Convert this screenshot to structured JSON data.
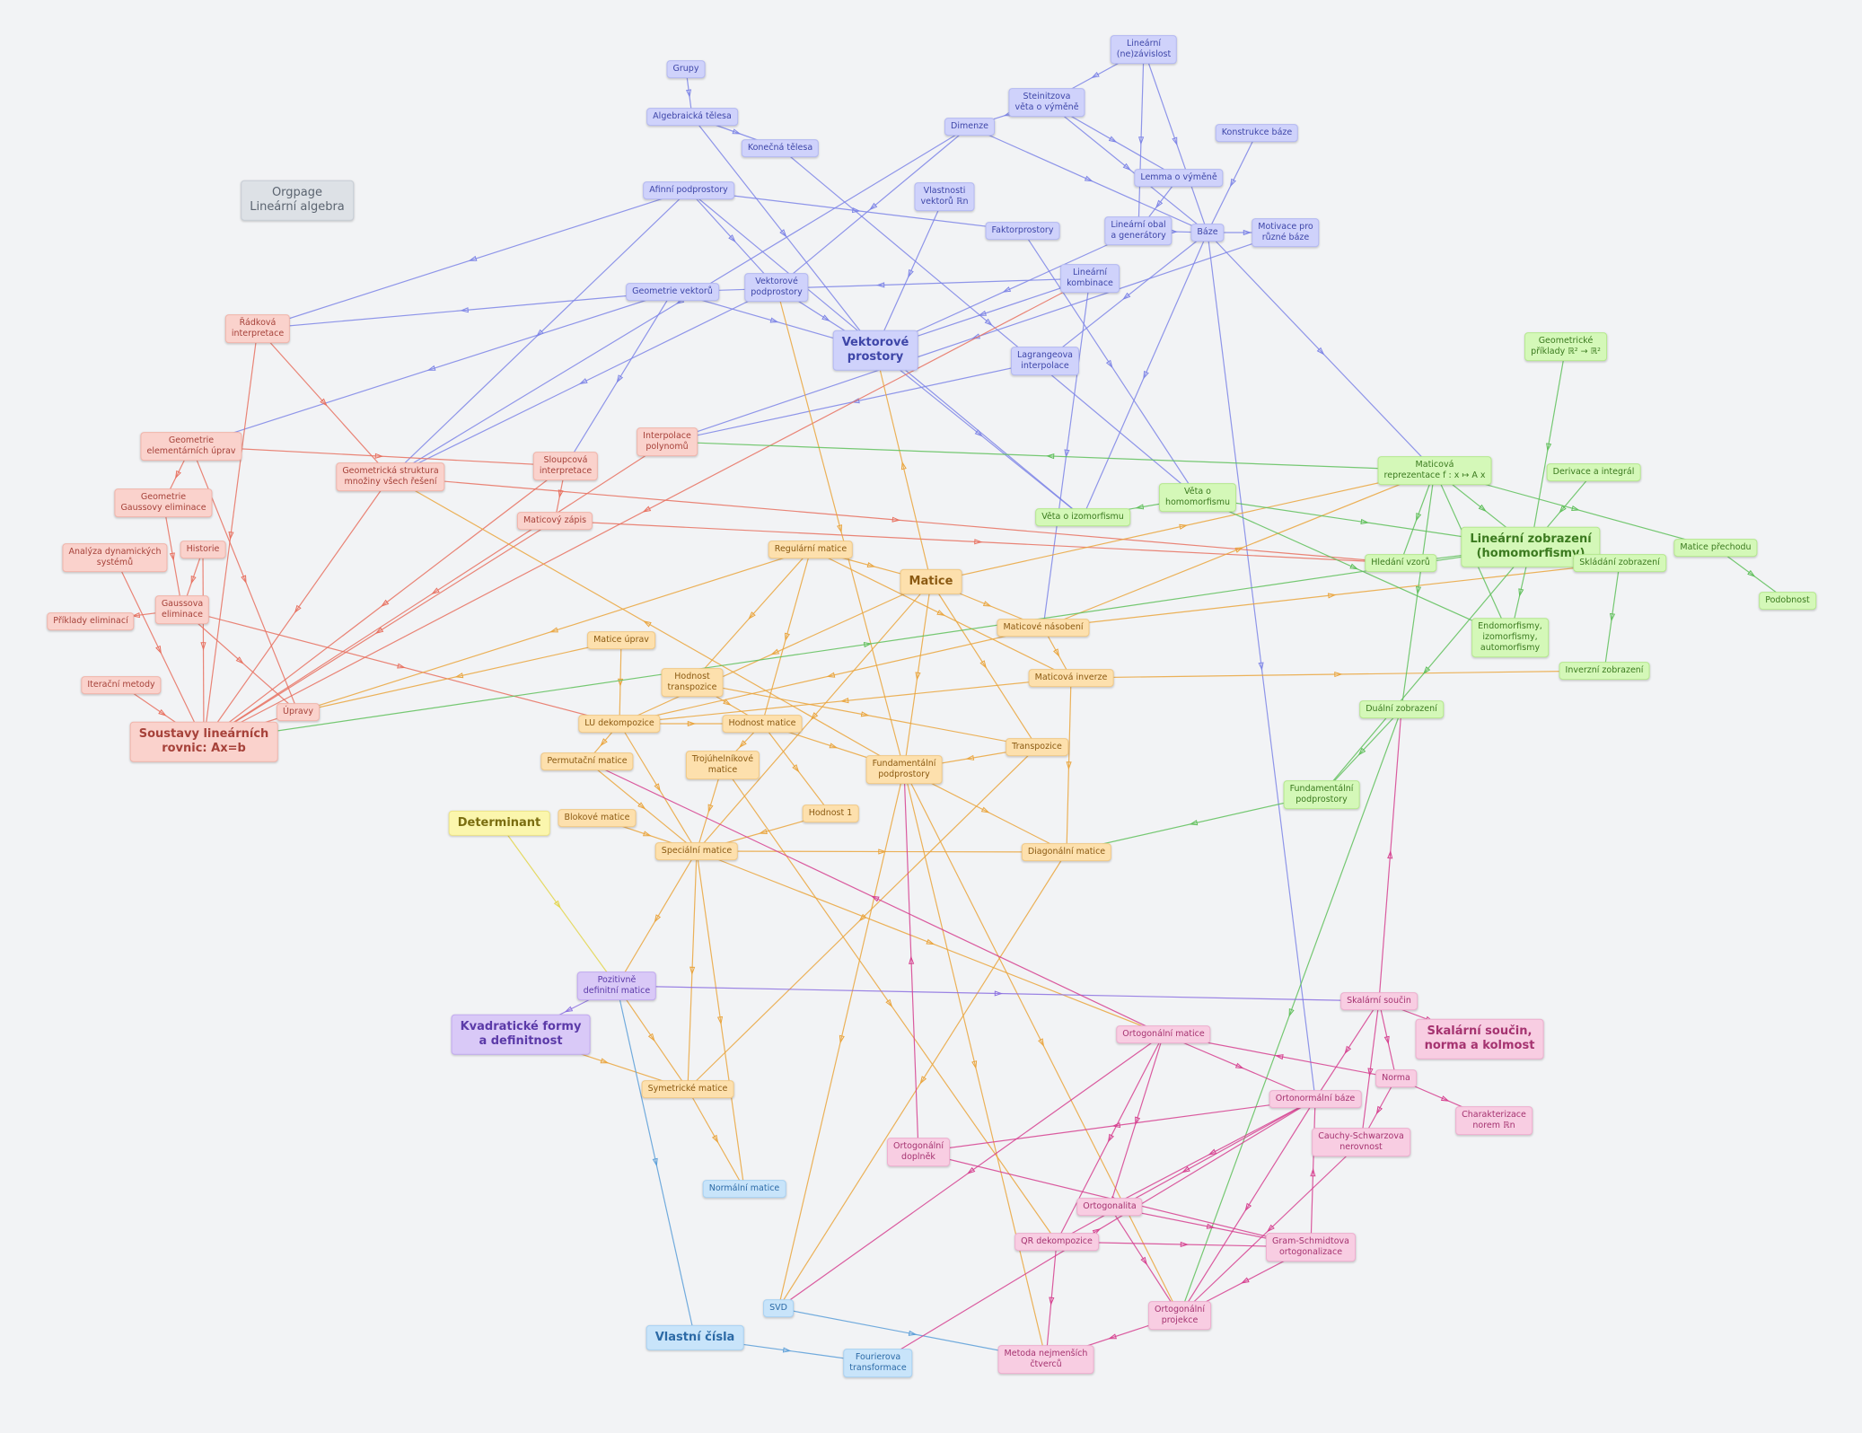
{
  "colors": {
    "blue": "#7d84e6",
    "red": "#e8705f",
    "orange": "#eaa43c",
    "green": "#5fbf5a",
    "pink": "#d6408f",
    "purple": "#8b6fe0",
    "lblue": "#5a9ed8",
    "yellow": "#e3d54a"
  },
  "nodes": [
    {
      "id": "orgpage",
      "label": "Orgpage\nLineární algebra",
      "color": "gray",
      "kind": "title"
    },
    {
      "id": "grupy",
      "label": "Grupy",
      "color": "blue"
    },
    {
      "id": "algtelesa",
      "label": "Algebraická tělesa",
      "color": "blue"
    },
    {
      "id": "konectelesa",
      "label": "Konečná tělesa",
      "color": "blue"
    },
    {
      "id": "linnez",
      "label": "Lineární\n(ne)závislost",
      "color": "blue"
    },
    {
      "id": "steinitz",
      "label": "Steinitzova\nvěta o výměně",
      "color": "blue"
    },
    {
      "id": "dimenze",
      "label": "Dimenze",
      "color": "blue"
    },
    {
      "id": "konstrbaze",
      "label": "Konstrukce báze",
      "color": "blue"
    },
    {
      "id": "lemma",
      "label": "Lemma o výměně",
      "color": "blue"
    },
    {
      "id": "afinni",
      "label": "Afinní podprostory",
      "color": "blue"
    },
    {
      "id": "vlastnosti",
      "label": "Vlastnosti\nvektorů ℝn",
      "color": "blue"
    },
    {
      "id": "faktor",
      "label": "Faktorprostory",
      "color": "blue"
    },
    {
      "id": "linobal",
      "label": "Lineární obal\na generátory",
      "color": "blue"
    },
    {
      "id": "baze",
      "label": "Báze",
      "color": "blue"
    },
    {
      "id": "motivace",
      "label": "Motivace pro\nrůzné báze",
      "color": "blue"
    },
    {
      "id": "linkomb",
      "label": "Lineární\nkombinace",
      "color": "blue"
    },
    {
      "id": "geomvekt",
      "label": "Geometrie vektorů",
      "color": "blue"
    },
    {
      "id": "vektpodpr",
      "label": "Vektorové\npodprostory",
      "color": "blue"
    },
    {
      "id": "vektprostory",
      "label": "Vektorové\nprostory",
      "color": "blue",
      "kind": "big"
    },
    {
      "id": "lagrange",
      "label": "Lagrangeova\ninterpolace",
      "color": "blue"
    },
    {
      "id": "radkova",
      "label": "Řádková\ninterpretace",
      "color": "red"
    },
    {
      "id": "geomelem",
      "label": "Geometrie\nelementárních úprav",
      "color": "red"
    },
    {
      "id": "geomgauss",
      "label": "Geometrie\nGaussovy eliminace",
      "color": "red"
    },
    {
      "id": "geomstrukt",
      "label": "Geometrická struktura\nmnožiny všech řešení",
      "color": "red"
    },
    {
      "id": "sloupcova",
      "label": "Sloupcová\ninterpretace",
      "color": "red"
    },
    {
      "id": "interpol",
      "label": "Interpolace\npolynomů",
      "color": "red"
    },
    {
      "id": "maticovyzapis",
      "label": "Maticový zápis",
      "color": "red"
    },
    {
      "id": "analyza",
      "label": "Analýza dynamických\nsystémů",
      "color": "red"
    },
    {
      "id": "historie",
      "label": "Historie",
      "color": "red"
    },
    {
      "id": "gaussova",
      "label": "Gaussova\neliminace",
      "color": "red"
    },
    {
      "id": "priklady",
      "label": "Příklady eliminací",
      "color": "red"
    },
    {
      "id": "iteracni",
      "label": "Iterační metody",
      "color": "red"
    },
    {
      "id": "upravy",
      "label": "Úpravy",
      "color": "red"
    },
    {
      "id": "soustavy",
      "label": "Soustavy lineárních\nrovnic: Ax=b",
      "color": "red",
      "kind": "big"
    },
    {
      "id": "regularni",
      "label": "Regulární matice",
      "color": "orange"
    },
    {
      "id": "matice",
      "label": "Matice",
      "color": "orange",
      "kind": "big"
    },
    {
      "id": "maticoveupr",
      "label": "Matice úprav",
      "color": "orange"
    },
    {
      "id": "matnasob",
      "label": "Maticové násobení",
      "color": "orange"
    },
    {
      "id": "hodnosttransp",
      "label": "Hodnost\ntranspozice",
      "color": "orange"
    },
    {
      "id": "matinverze",
      "label": "Maticová inverze",
      "color": "orange"
    },
    {
      "id": "lu",
      "label": "LU dekompozice",
      "color": "orange"
    },
    {
      "id": "hodnost",
      "label": "Hodnost matice",
      "color": "orange"
    },
    {
      "id": "transpozice",
      "label": "Transpozice",
      "color": "orange"
    },
    {
      "id": "permutacni",
      "label": "Permutační matice",
      "color": "orange"
    },
    {
      "id": "trojuhelnik",
      "label": "Trojúhelníkové\nmatice",
      "color": "orange"
    },
    {
      "id": "fundpodpr",
      "label": "Fundamentální\npodprostory",
      "color": "orange"
    },
    {
      "id": "hodnost1",
      "label": "Hodnost 1",
      "color": "orange"
    },
    {
      "id": "blokove",
      "label": "Blokové matice",
      "color": "orange"
    },
    {
      "id": "specialni",
      "label": "Speciální matice",
      "color": "orange"
    },
    {
      "id": "diagonalni",
      "label": "Diagonální matice",
      "color": "orange"
    },
    {
      "id": "symetricke",
      "label": "Symetrické matice",
      "color": "orange"
    },
    {
      "id": "geomprikl",
      "label": "Geometrické\npříklady ℝ² → ℝ²",
      "color": "green"
    },
    {
      "id": "derivace",
      "label": "Derivace a integrál",
      "color": "green"
    },
    {
      "id": "matreprez",
      "label": "Maticová\nreprezentace f : x ↦ A x",
      "color": "green"
    },
    {
      "id": "vetahomo",
      "label": "Věta o\nhomomorfismu",
      "color": "green"
    },
    {
      "id": "vetaizo",
      "label": "Věta o izomorfismu",
      "color": "green"
    },
    {
      "id": "hledani",
      "label": "Hledání vzorů",
      "color": "green"
    },
    {
      "id": "linzobr",
      "label": "Lineární zobrazení\n(homomorfismy)",
      "color": "green",
      "kind": "big"
    },
    {
      "id": "skladani",
      "label": "Skládání zobrazení",
      "color": "green"
    },
    {
      "id": "maticeprechodu",
      "label": "Matice přechodu",
      "color": "green"
    },
    {
      "id": "podobnost",
      "label": "Podobnost",
      "color": "green"
    },
    {
      "id": "endo",
      "label": "Endomorfismy,\nizomorfismy,\nautomorfismy",
      "color": "green"
    },
    {
      "id": "inverzni",
      "label": "Inverzní zobrazení",
      "color": "green"
    },
    {
      "id": "dualni",
      "label": "Duální zobrazení",
      "color": "green"
    },
    {
      "id": "fundpodpr2",
      "label": "Fundamentální\npodprostory",
      "color": "green"
    },
    {
      "id": "determinant",
      "label": "Determinant",
      "color": "yellow",
      "kind": "big"
    },
    {
      "id": "pozdef",
      "label": "Pozitivně\ndefinitní matice",
      "color": "purple"
    },
    {
      "id": "kvadraticke",
      "label": "Kvadratické formy\na definitnost",
      "color": "purple",
      "kind": "big"
    },
    {
      "id": "normalni",
      "label": "Normální matice",
      "color": "lblue"
    },
    {
      "id": "svd",
      "label": "SVD",
      "color": "lblue"
    },
    {
      "id": "vlastnicisla",
      "label": "Vlastní čísla",
      "color": "lblue",
      "kind": "big"
    },
    {
      "id": "fourier",
      "label": "Fourierova\ntransformace",
      "color": "lblue"
    },
    {
      "id": "skalarni",
      "label": "Skalární součin",
      "color": "pink"
    },
    {
      "id": "skalarnibig",
      "label": "Skalární součin,\nnorma a kolmost",
      "color": "pink",
      "kind": "big"
    },
    {
      "id": "ortogmatice",
      "label": "Ortogonální matice",
      "color": "pink"
    },
    {
      "id": "norma",
      "label": "Norma",
      "color": "pink"
    },
    {
      "id": "ortonorm",
      "label": "Ortonormální báze",
      "color": "pink"
    },
    {
      "id": "charakt",
      "label": "Charakterizace\nnorem ℝn",
      "color": "pink"
    },
    {
      "id": "cauchy",
      "label": "Cauchy-Schwarzova\nnerovnost",
      "color": "pink"
    },
    {
      "id": "ortogdoplnek",
      "label": "Ortogonální\ndoplněk",
      "color": "pink"
    },
    {
      "id": "ortogonalita",
      "label": "Ortogonalita",
      "color": "pink"
    },
    {
      "id": "qr",
      "label": "QR dekompozice",
      "color": "pink"
    },
    {
      "id": "gram",
      "label": "Gram-Schmidtova\nortogonalizace",
      "color": "pink"
    },
    {
      "id": "ortogproj",
      "label": "Ortogonální\nprojekce",
      "color": "pink"
    },
    {
      "id": "nejmensi",
      "label": "Metoda nejmenších\nčtverců",
      "color": "pink"
    }
  ],
  "edges": [
    [
      "grupy",
      "algtelesa",
      "blue"
    ],
    [
      "algtelesa",
      "konectelesa",
      "blue"
    ],
    [
      "algtelesa",
      "vektprostory",
      "blue"
    ],
    [
      "konectelesa",
      "vetahomo",
      "blue"
    ],
    [
      "linnez",
      "steinitz",
      "blue"
    ],
    [
      "linnez",
      "linobal",
      "blue"
    ],
    [
      "linnez",
      "baze",
      "blue"
    ],
    [
      "steinitz",
      "dimenze",
      "blue"
    ],
    [
      "steinitz",
      "baze",
      "blue"
    ],
    [
      "steinitz",
      "lemma",
      "blue"
    ],
    [
      "dimenze",
      "geomstrukt",
      "blue"
    ],
    [
      "dimenze",
      "baze",
      "blue"
    ],
    [
      "dimenze",
      "vektpodpr",
      "blue"
    ],
    [
      "konstrbaze",
      "baze",
      "blue"
    ],
    [
      "lemma",
      "linobal",
      "blue"
    ],
    [
      "afinni",
      "radkova",
      "blue"
    ],
    [
      "afinni",
      "vektpodpr",
      "blue"
    ],
    [
      "afinni",
      "faktor",
      "blue"
    ],
    [
      "afinni",
      "vetaizo",
      "blue"
    ],
    [
      "afinni",
      "geomstrukt",
      "blue"
    ],
    [
      "vlastnosti",
      "vektprostory",
      "blue"
    ],
    [
      "faktor",
      "vetahomo",
      "blue"
    ],
    [
      "linobal",
      "baze",
      "blue"
    ],
    [
      "linobal",
      "vektprostory",
      "blue"
    ],
    [
      "baze",
      "motivace",
      "blue"
    ],
    [
      "baze",
      "matreprez",
      "blue"
    ],
    [
      "baze",
      "ortonorm",
      "blue"
    ],
    [
      "baze",
      "lagrange",
      "blue"
    ],
    [
      "baze",
      "vetaizo",
      "blue"
    ],
    [
      "linkomb",
      "vektprostory",
      "blue"
    ],
    [
      "linkomb",
      "geomvekt",
      "blue"
    ],
    [
      "linkomb",
      "matnasob",
      "blue"
    ],
    [
      "geomvekt",
      "radkova",
      "blue"
    ],
    [
      "geomvekt",
      "geomelem",
      "blue"
    ],
    [
      "geomvekt",
      "sloupcova",
      "blue"
    ],
    [
      "geomvekt",
      "vektprostory",
      "blue"
    ],
    [
      "vektpodpr",
      "vektprostory",
      "blue"
    ],
    [
      "vektpodpr",
      "geomstrukt",
      "blue"
    ],
    [
      "vektprostory",
      "vetaizo",
      "blue"
    ],
    [
      "lagrange",
      "interpol",
      "blue"
    ],
    [
      "motivace",
      "interpol",
      "blue"
    ],
    [
      "radkova",
      "soustavy",
      "red"
    ],
    [
      "radkova",
      "geomstrukt",
      "red"
    ],
    [
      "geomelem",
      "geomgauss",
      "red"
    ],
    [
      "geomelem",
      "sloupcova",
      "red"
    ],
    [
      "geomelem",
      "upravy",
      "red"
    ],
    [
      "geomgauss",
      "gaussova",
      "red"
    ],
    [
      "geomstrukt",
      "soustavy",
      "red"
    ],
    [
      "geomstrukt",
      "hledani",
      "red"
    ],
    [
      "sloupcova",
      "maticovyzapis",
      "red"
    ],
    [
      "sloupcova",
      "soustavy",
      "red"
    ],
    [
      "interpol",
      "soustavy",
      "red"
    ],
    [
      "maticovyzapis",
      "soustavy",
      "red"
    ],
    [
      "maticovyzapis",
      "hledani",
      "red"
    ],
    [
      "analyza",
      "soustavy",
      "red"
    ],
    [
      "historie",
      "gaussova",
      "red"
    ],
    [
      "historie",
      "soustavy",
      "red"
    ],
    [
      "gaussova",
      "priklady",
      "red"
    ],
    [
      "gaussova",
      "upravy",
      "red"
    ],
    [
      "gaussova",
      "lu",
      "red"
    ],
    [
      "iteracni",
      "soustavy",
      "red"
    ],
    [
      "upravy",
      "soustavy",
      "red"
    ],
    [
      "linkomb",
      "soustavy",
      "red"
    ],
    [
      "regularni",
      "matice",
      "orange"
    ],
    [
      "regularni",
      "hodnosttransp",
      "orange"
    ],
    [
      "regularni",
      "upravy",
      "orange"
    ],
    [
      "regularni",
      "hodnost",
      "orange"
    ],
    [
      "regularni",
      "matinverze",
      "orange"
    ],
    [
      "matice",
      "matnasob",
      "orange"
    ],
    [
      "matice",
      "lu",
      "orange"
    ],
    [
      "matice",
      "transpozice",
      "orange"
    ],
    [
      "matice",
      "fundpodpr",
      "orange"
    ],
    [
      "matice",
      "specialni",
      "orange"
    ],
    [
      "matice",
      "vektprostory",
      "orange"
    ],
    [
      "matice",
      "matreprez",
      "orange"
    ],
    [
      "maticoveupr",
      "lu",
      "orange"
    ],
    [
      "maticoveupr",
      "upravy",
      "orange"
    ],
    [
      "matnasob",
      "matinverze",
      "orange"
    ],
    [
      "matnasob",
      "lu",
      "orange"
    ],
    [
      "matnasob",
      "matreprez",
      "orange"
    ],
    [
      "matnasob",
      "skladani",
      "orange"
    ],
    [
      "hodnosttransp",
      "hodnost",
      "orange"
    ],
    [
      "hodnosttransp",
      "transpozice",
      "orange"
    ],
    [
      "matinverze",
      "lu",
      "orange"
    ],
    [
      "matinverze",
      "diagonalni",
      "orange"
    ],
    [
      "matinverze",
      "inverzni",
      "orange"
    ],
    [
      "lu",
      "hodnost",
      "orange"
    ],
    [
      "lu",
      "permutacni",
      "orange"
    ],
    [
      "lu",
      "specialni",
      "orange"
    ],
    [
      "hodnost",
      "fundpodpr",
      "orange"
    ],
    [
      "hodnost",
      "hodnost1",
      "orange"
    ],
    [
      "hodnost",
      "trojuhelnik",
      "orange"
    ],
    [
      "transpozice",
      "fundpodpr",
      "orange"
    ],
    [
      "transpozice",
      "symetricke",
      "orange"
    ],
    [
      "permutacni",
      "specialni",
      "orange"
    ],
    [
      "trojuhelnik",
      "specialni",
      "orange"
    ],
    [
      "trojuhelnik",
      "qr",
      "orange"
    ],
    [
      "fundpodpr",
      "svd",
      "orange"
    ],
    [
      "fundpodpr",
      "diagonalni",
      "orange"
    ],
    [
      "fundpodpr",
      "ortogproj",
      "orange"
    ],
    [
      "fundpodpr",
      "nejmensi",
      "orange"
    ],
    [
      "fundpodpr",
      "geomstrukt",
      "orange"
    ],
    [
      "blokove",
      "specialni",
      "orange"
    ],
    [
      "hodnost1",
      "specialni",
      "orange"
    ],
    [
      "specialni",
      "diagonalni",
      "orange"
    ],
    [
      "specialni",
      "symetricke",
      "orange"
    ],
    [
      "specialni",
      "pozdef",
      "orange"
    ],
    [
      "specialni",
      "normalni",
      "orange"
    ],
    [
      "specialni",
      "ortogmatice",
      "orange"
    ],
    [
      "symetricke",
      "normalni",
      "orange"
    ],
    [
      "kvadraticke",
      "symetricke",
      "orange"
    ],
    [
      "vektpodpr",
      "fundpodpr",
      "orange"
    ],
    [
      "diagonalni",
      "svd",
      "orange"
    ],
    [
      "pozdef",
      "symetricke",
      "orange"
    ],
    [
      "geomprikl",
      "linzobr",
      "green"
    ],
    [
      "derivace",
      "linzobr",
      "green"
    ],
    [
      "matreprez",
      "linzobr",
      "green"
    ],
    [
      "matreprez",
      "hledani",
      "green"
    ],
    [
      "matreprez",
      "maticeprechodu",
      "green"
    ],
    [
      "matreprez",
      "endo",
      "green"
    ],
    [
      "matreprez",
      "dualni",
      "green"
    ],
    [
      "matreprez",
      "interpol",
      "green"
    ],
    [
      "vetahomo",
      "vetaizo",
      "green"
    ],
    [
      "vetahomo",
      "linzobr",
      "green"
    ],
    [
      "vetahomo",
      "endo",
      "green"
    ],
    [
      "hledani",
      "linzobr",
      "green"
    ],
    [
      "linzobr",
      "skladani",
      "green"
    ],
    [
      "linzobr",
      "endo",
      "green"
    ],
    [
      "linzobr",
      "fundpodpr2",
      "green"
    ],
    [
      "skladani",
      "inverzni",
      "green"
    ],
    [
      "maticeprechodu",
      "podobnost",
      "green"
    ],
    [
      "dualni",
      "fundpodpr2",
      "green"
    ],
    [
      "dualni",
      "ortogproj",
      "green"
    ],
    [
      "fundpodpr2",
      "diagonalni",
      "green"
    ],
    [
      "soustavy",
      "linzobr",
      "green"
    ],
    [
      "determinant",
      "pozdef",
      "yellow"
    ],
    [
      "pozdef",
      "kvadraticke",
      "purple"
    ],
    [
      "pozdef",
      "skalarni",
      "purple"
    ],
    [
      "pozdef",
      "vlastnicisla",
      "lblue"
    ],
    [
      "vlastnicisla",
      "fourier",
      "lblue"
    ],
    [
      "svd",
      "nejmensi",
      "lblue"
    ],
    [
      "skalarni",
      "skalarnibig",
      "pink"
    ],
    [
      "skalarni",
      "norma",
      "pink"
    ],
    [
      "skalarni",
      "ortonorm",
      "pink"
    ],
    [
      "skalarni",
      "cauchy",
      "pink"
    ],
    [
      "skalarni",
      "dualni",
      "pink"
    ],
    [
      "norma",
      "charakt",
      "pink"
    ],
    [
      "norma",
      "cauchy",
      "pink"
    ],
    [
      "norma",
      "ortogmatice",
      "pink"
    ],
    [
      "ortonorm",
      "ortogdoplnek",
      "pink"
    ],
    [
      "ortonorm",
      "qr",
      "pink"
    ],
    [
      "ortonorm",
      "ortogproj",
      "pink"
    ],
    [
      "ortonorm",
      "ortogonalita",
      "pink"
    ],
    [
      "ortogmatice",
      "ortogonalita",
      "pink"
    ],
    [
      "ortogmatice",
      "ortonorm",
      "pink"
    ],
    [
      "ortogmatice",
      "svd",
      "pink"
    ],
    [
      "ortogmatice",
      "qr",
      "pink"
    ],
    [
      "ortogmatice",
      "permutacni",
      "pink"
    ],
    [
      "ortogdoplnek",
      "fundpodpr",
      "pink"
    ],
    [
      "ortogdoplnek",
      "gram",
      "pink"
    ],
    [
      "ortogonalita",
      "gram",
      "pink"
    ],
    [
      "ortogonalita",
      "ortogproj",
      "pink"
    ],
    [
      "qr",
      "gram",
      "pink"
    ],
    [
      "qr",
      "nejmensi",
      "pink"
    ],
    [
      "gram",
      "ortogproj",
      "pink"
    ],
    [
      "gram",
      "ortonorm",
      "pink"
    ],
    [
      "ortogproj",
      "nejmensi",
      "pink"
    ],
    [
      "cauchy",
      "ortogproj",
      "pink"
    ],
    [
      "fourier",
      "ortonorm",
      "pink"
    ]
  ]
}
